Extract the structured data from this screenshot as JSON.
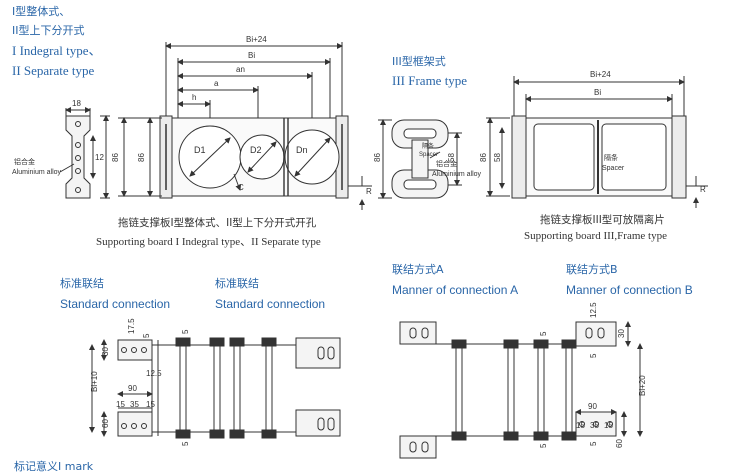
{
  "headings": {
    "top_left": [
      {
        "text": "I型整体式、"
      },
      {
        "text": "II型上下分开式"
      },
      {
        "text": "I Indegral type、"
      },
      {
        "text": "II Separate type"
      }
    ],
    "top_right": [
      {
        "text": "III型框架式"
      },
      {
        "text": "III Frame type"
      }
    ],
    "std1_cn": "标准联结",
    "std1_en": "Standard connection",
    "std2_cn": "标准联结",
    "std2_en": "Standard connection",
    "connA_cn": "联结方式A",
    "connA_en": "Manner of connection A",
    "connB_cn": "联结方式B",
    "connB_en": "Manner of connection B",
    "bottom_cut": "标记意义I mark"
  },
  "captions": {
    "board1_cn": "拖链支撑板I型整体式、II型上下分开式开孔",
    "board1_en": "Supporting board I Indegral type、II Separate type",
    "board3_cn": "拖链支撑板III型可放隔离片",
    "board3_en": "Supporting board III,Frame type"
  },
  "labels": {
    "dim_bi24": "Bi+24",
    "dim_bi": "Bi",
    "dim_an": "an",
    "dim_a": "a",
    "dim_h": "h",
    "dim_18": "18",
    "dim_12": "12",
    "dim_86": "86",
    "dim_58": "58",
    "d1": "D1",
    "d2": "D2",
    "dn": "Dn",
    "c": "C",
    "r": "R",
    "alu_cn": "铝合金",
    "alu_en": "Aluminium alloy",
    "spacer_cn": "隔条",
    "spacer_en": "Spacer",
    "dim_17_5": "17.5",
    "dim_5": "5",
    "dim_30": "30",
    "dim_12_5": "12.5",
    "dim_bi10": "Bi+10",
    "dim_90": "90",
    "dim_15": "15",
    "dim_35": "35",
    "dim_60": "60",
    "dim_bi20": "Bi+20"
  }
}
